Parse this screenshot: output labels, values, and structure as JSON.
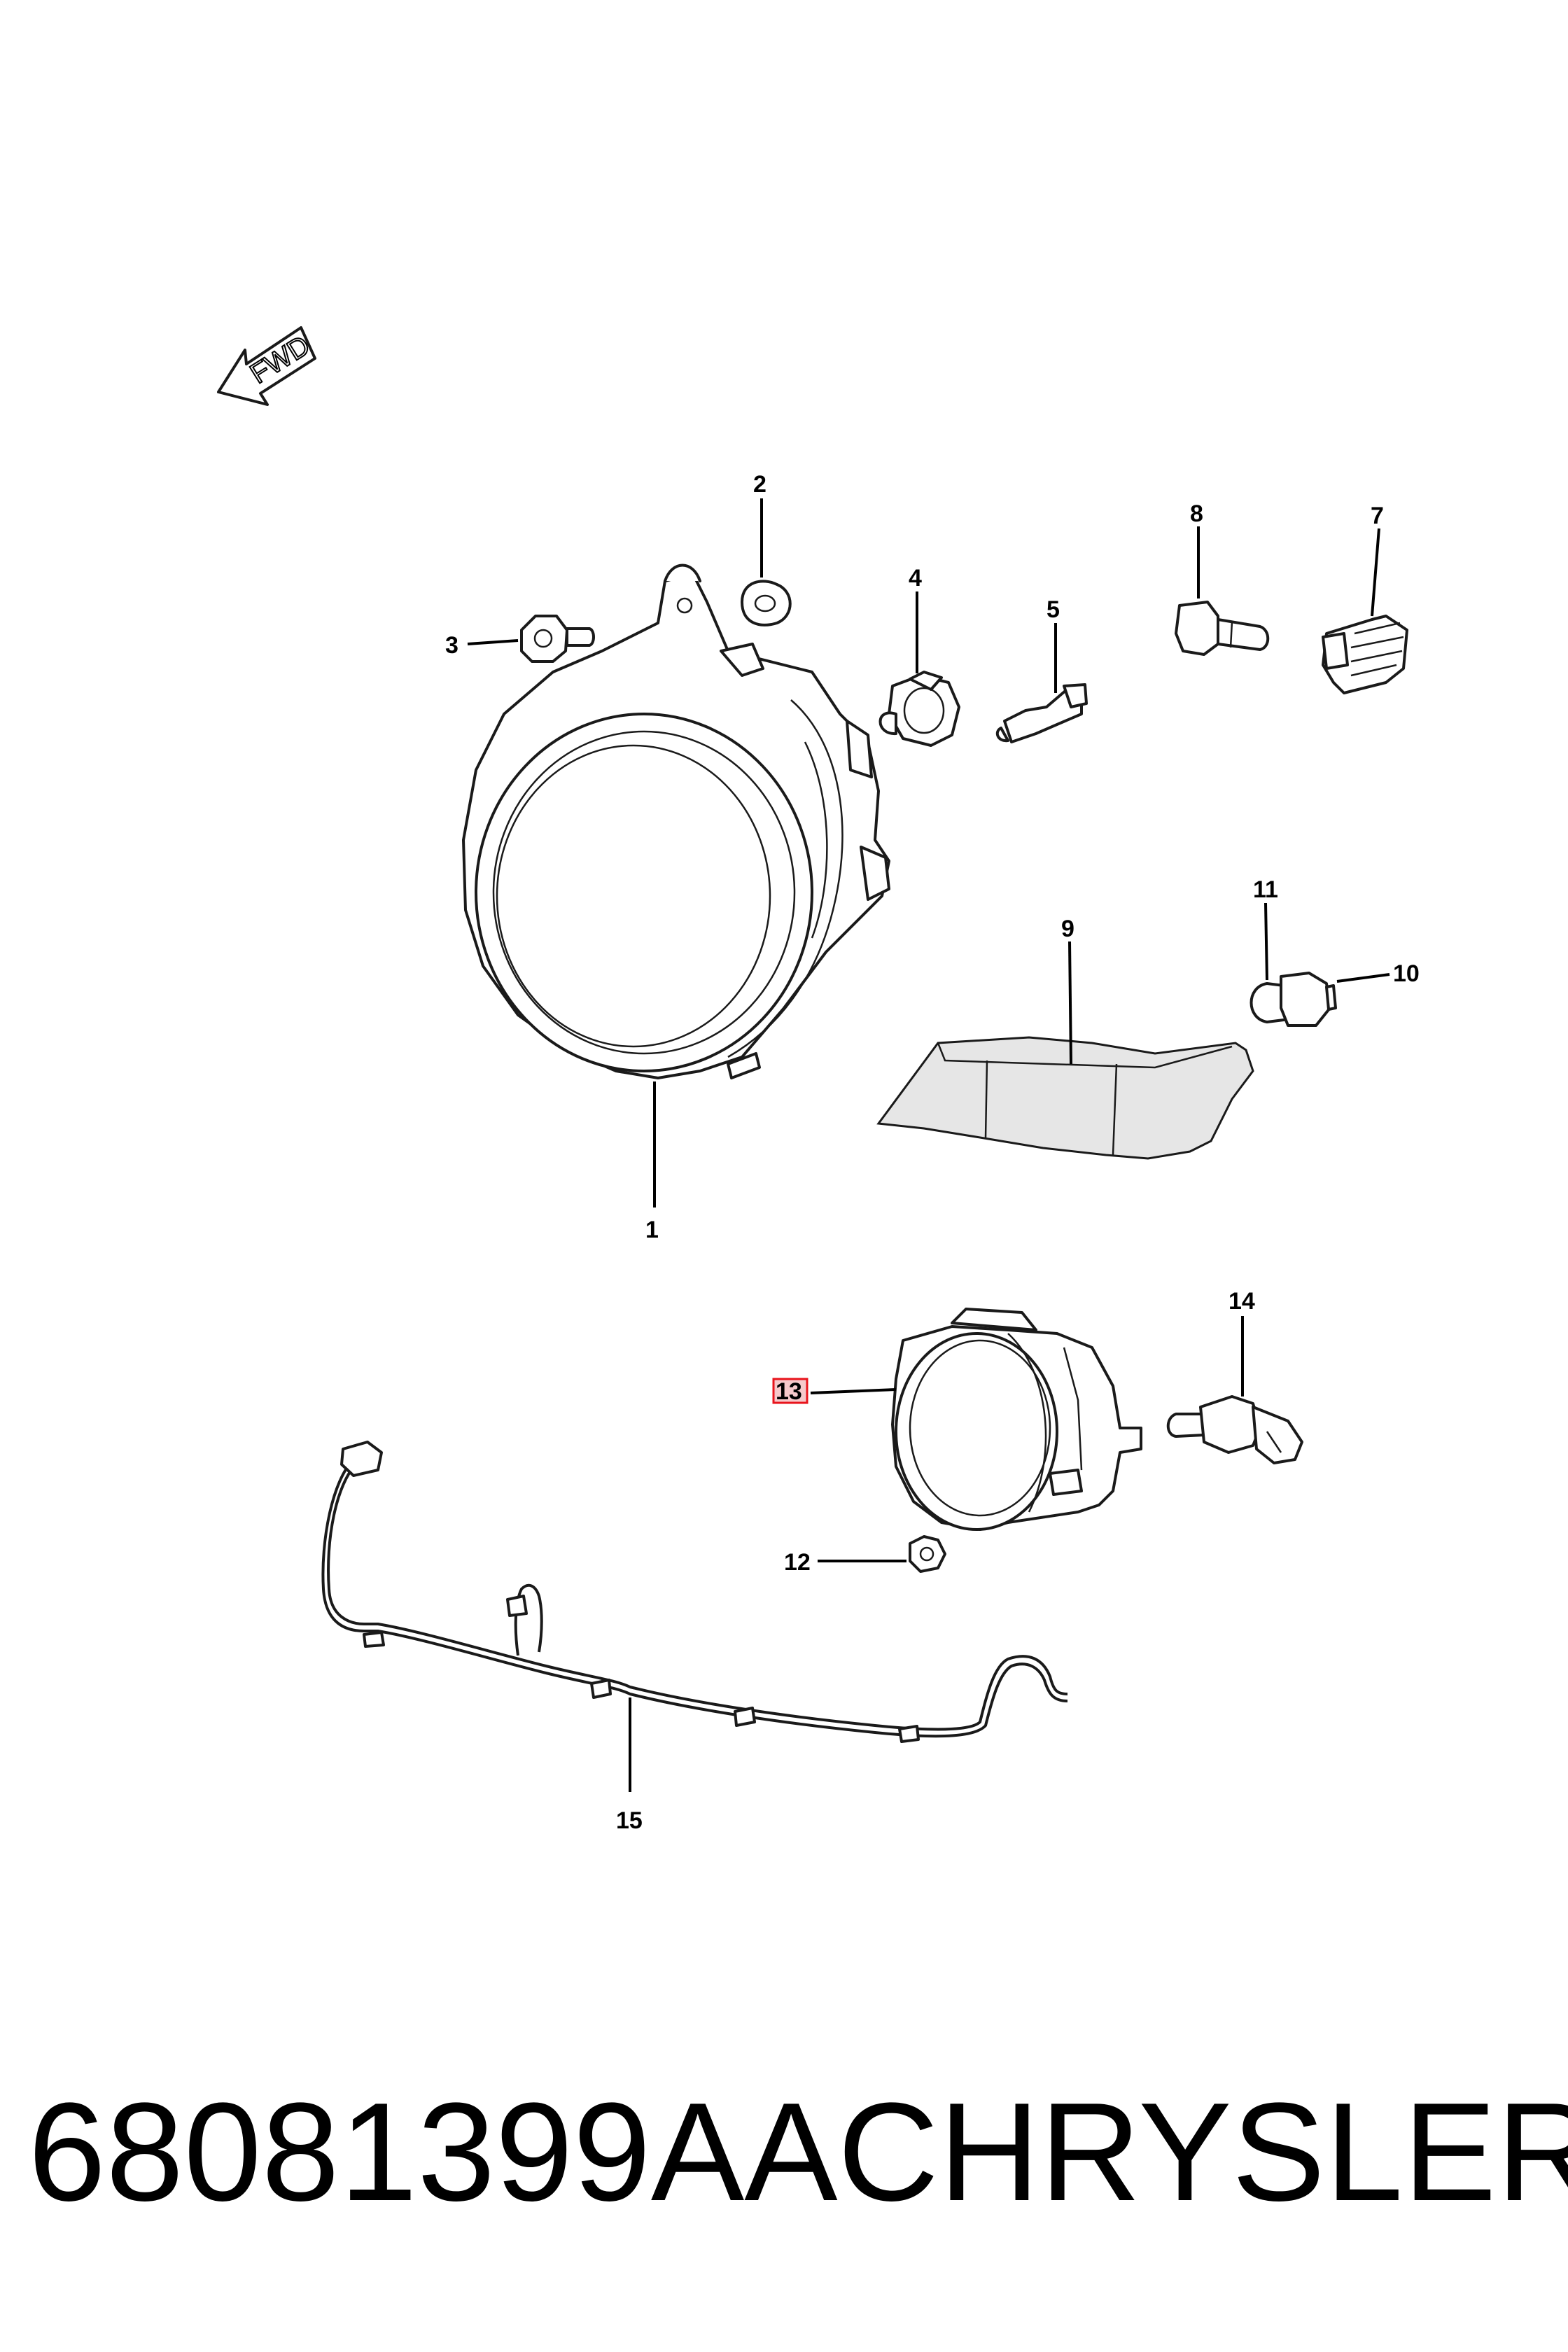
{
  "fwd_label": "FWD",
  "callouts": {
    "c1": "1",
    "c2": "2",
    "c3": "3",
    "c4": "4",
    "c5": "5",
    "c7": "7",
    "c8": "8",
    "c9": "9",
    "c10": "10",
    "c11": "11",
    "c12": "12",
    "c13": "13",
    "c14": "14",
    "c15": "15"
  },
  "highlight_color": "#e8141c",
  "footer": {
    "part_number": "68081399AA",
    "brand": "CHRYSLER"
  }
}
